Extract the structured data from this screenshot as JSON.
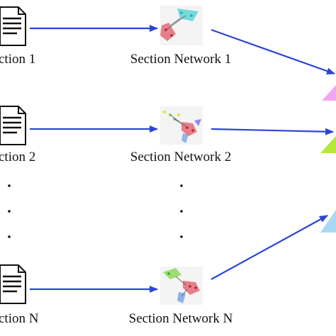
{
  "colors": {
    "arrow": "#2a45d6",
    "doc_stroke": "#111111",
    "cluster_red": "#e36a78",
    "cluster_cyan": "#5fd3d6",
    "cluster_green": "#8ad85a",
    "cluster_blue": "#7aa6e8",
    "cluster_yellow": "#e6e23a",
    "out_pink": "#f2a6f0",
    "out_green": "#b6e83a",
    "out_blue": "#a9d8f5"
  },
  "sections": [
    {
      "doc_label": "ction 1",
      "network_label": "Section Network 1"
    },
    {
      "doc_label": "ction 2",
      "network_label": "Section Network 2"
    },
    {
      "doc_label": "ction N",
      "network_label": "Section Network N"
    }
  ],
  "icons": {
    "document": "document-icon",
    "network": "network-graph-icon",
    "output": "triangle-output-icon"
  }
}
